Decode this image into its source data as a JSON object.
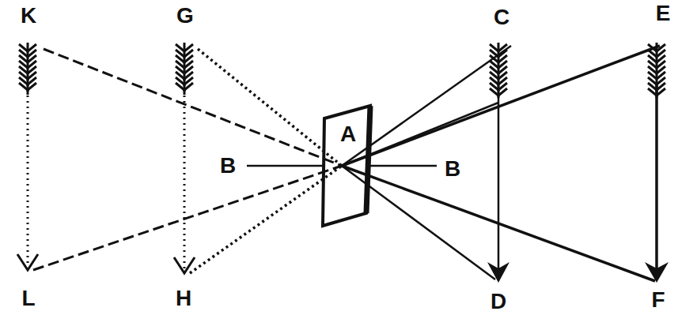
{
  "diagram": {
    "labels": [
      "K",
      "G",
      "C",
      "E",
      "A",
      "B",
      "B",
      "L",
      "H",
      "D",
      "F"
    ]
  }
}
